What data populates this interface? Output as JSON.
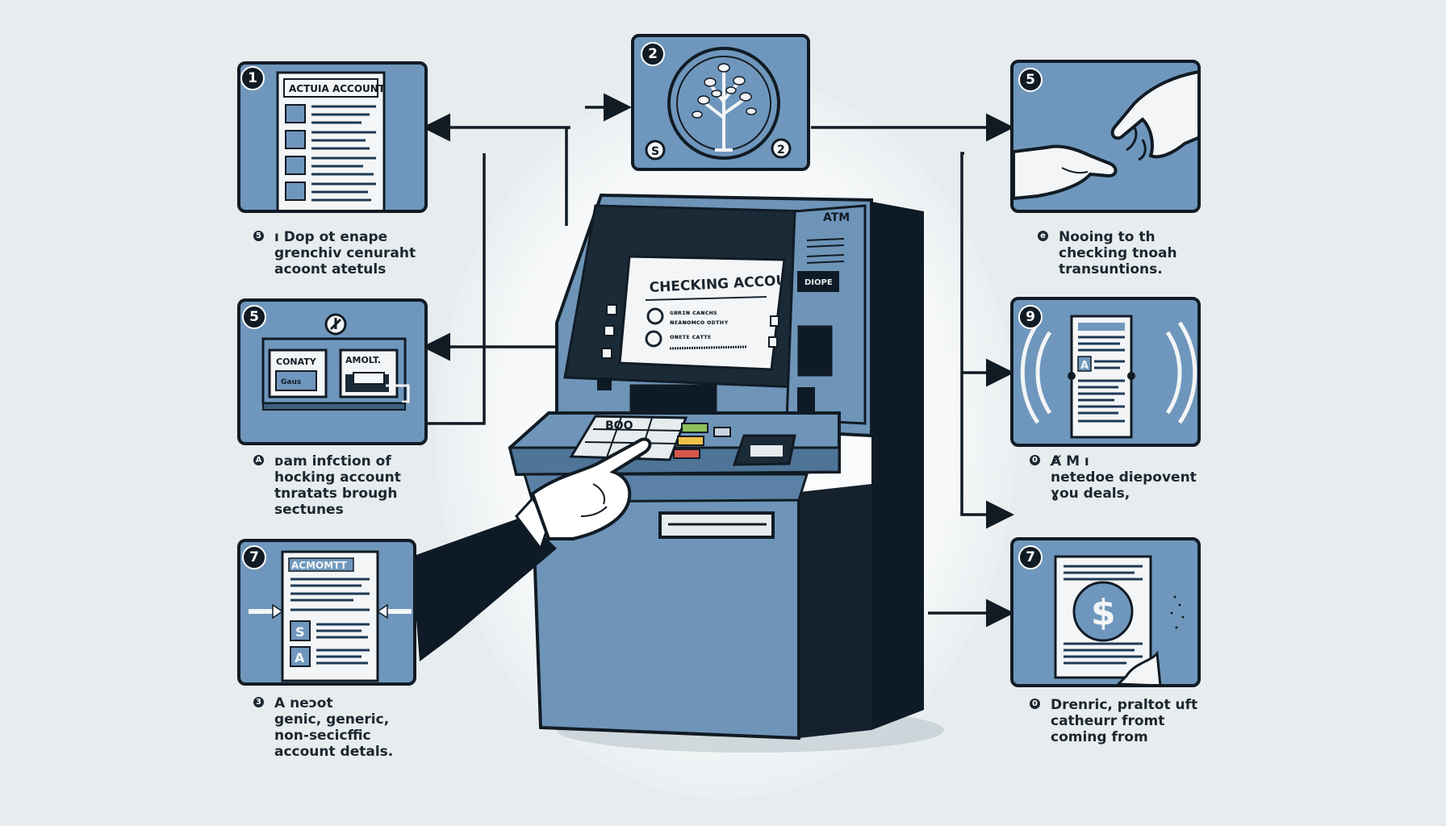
{
  "panels": {
    "p1": {
      "number": "1",
      "doc_title": "ACTUIA ACCOUNT",
      "caption_bullet": "5",
      "caption": [
        "ı Dop ot enape",
        "grenchiv cenuraht",
        "acoont atetuls"
      ]
    },
    "p2": {
      "number": "2",
      "left_coin": "S",
      "right_coin": "2"
    },
    "p3": {
      "number": "5",
      "screen_left_label": "CONATY",
      "screen_right_label": "AMOLT.",
      "card_label": "Gaus",
      "caption_bullet": "A",
      "caption": [
        "ᴅam infction of",
        "hocking account",
        "tnratats brough",
        "sectunes"
      ]
    },
    "p4": {
      "number": "7",
      "doc_title": "ACMOMTT",
      "row_letters": [
        "S",
        "A"
      ],
      "caption_bullet": "3",
      "caption": [
        "A neɔot",
        "genic, generic,",
        "non-secicffic",
        "account detals."
      ]
    },
    "p5": {
      "number": "5",
      "caption_bullet": "e",
      "caption": [
        "Nooing to th",
        "checking tnoah",
        "transuntions."
      ]
    },
    "p6": {
      "number": "9",
      "doc_letter": "A",
      "caption_bullet": "0",
      "caption": [
        "A̸ M ı",
        "netedoe diepovent",
        "ɣou deals,"
      ]
    },
    "p7": {
      "number": "7",
      "coin_symbol": "$",
      "caption_bullet": "0",
      "caption": [
        "Drenric, praltot uft",
        "catheurr fromt",
        "coming from"
      ]
    }
  },
  "atm": {
    "brand": "ATM",
    "screen_title": "CHECKING ACCOUNT",
    "screen_line1": "ɢʙʀɪɴ ᴄᴀɴᴄʜs",
    "screen_line2": "ɴᴇᴀɴᴏᴍᴄᴏ ᴏᴅᴛʜʏ",
    "screen_line3": "ᴏɴᴇᴛᴇ ᴄᴀᴛᴛᴇ",
    "side_label": "DIOPE",
    "keypad_text": "BOO"
  },
  "colors": {
    "panel_blue": "#6f97bd",
    "ink": "#111b24",
    "atm_body": "#6e94b8",
    "background": "#e7ecee"
  }
}
